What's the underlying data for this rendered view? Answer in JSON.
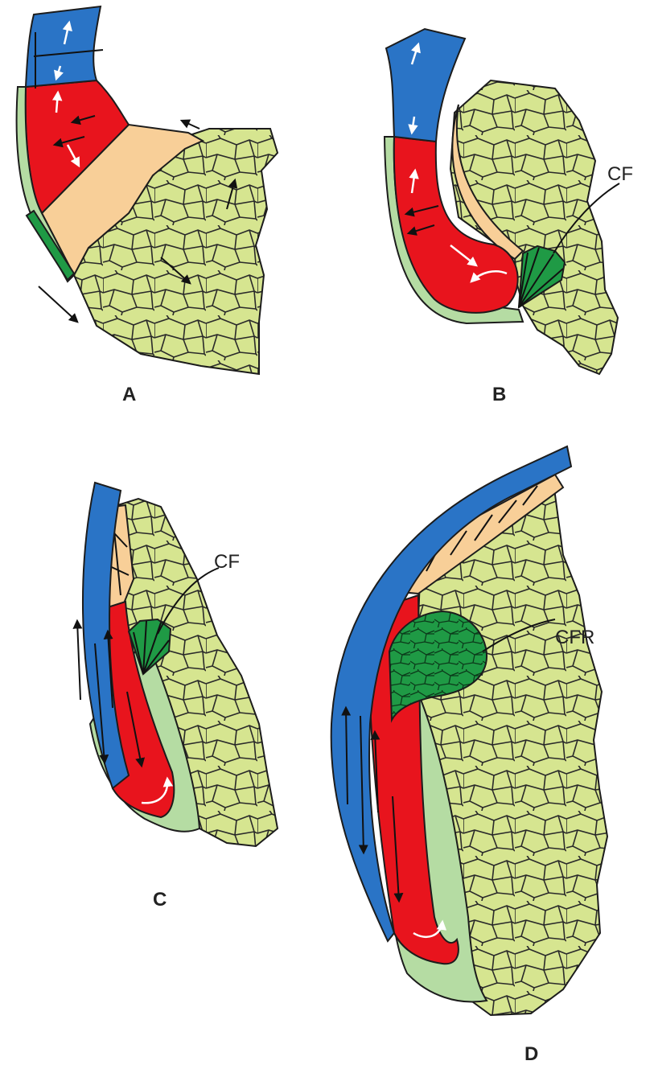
{
  "colors": {
    "blue": "#2a74c6",
    "red": "#e8141d",
    "peach": "#f8cf98",
    "yellow_green": "#d6e590",
    "dark_green": "#1f9a45",
    "light_green": "#b5dca3",
    "outline": "#1c1c1c"
  },
  "panels": {
    "a": {
      "letter": "A"
    },
    "b": {
      "letter": "B",
      "callout": "CF"
    },
    "c": {
      "letter": "C",
      "callout": "CF"
    },
    "d": {
      "letter": "D",
      "callout": "CFR"
    }
  }
}
